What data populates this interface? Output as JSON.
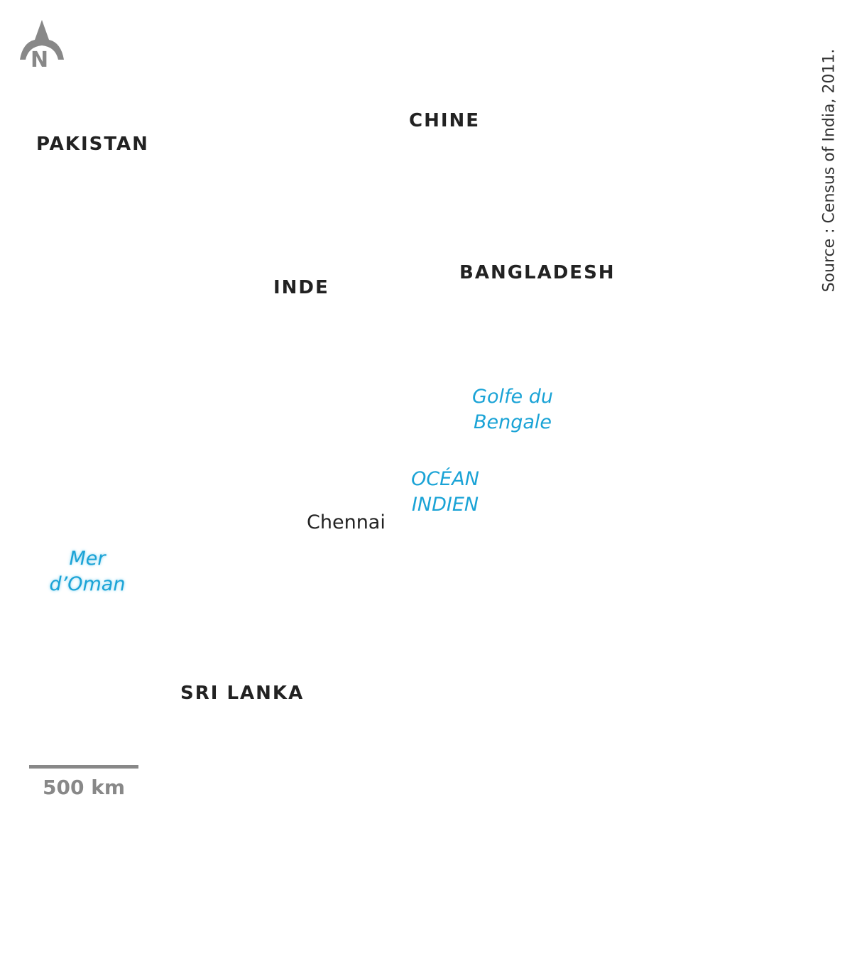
{
  "map": {
    "countries": {
      "pakistan": "PAKISTAN",
      "chine": "CHINE",
      "inde": "INDE",
      "bangladesh": "BANGLADESH",
      "sri_lanka": "SRI LANKA"
    },
    "water_bodies": {
      "golfe_line1": "Golfe du",
      "golfe_line2": "Bengale",
      "ocean_line1": "OCÉAN",
      "ocean_line2": "INDIEN",
      "mer_line1": "Mer",
      "mer_line2": "d’Oman"
    },
    "cities": {
      "chennai": "Chennai"
    },
    "north_arrow": {
      "letter": "N",
      "icon": "north-arrow-icon"
    },
    "scale": {
      "label": "500 km"
    },
    "source": "Source : Census of India, 2011.",
    "colors": {
      "water_text": "#1aa3d6",
      "country_text": "#222222",
      "symbol_gray": "#888888"
    }
  }
}
